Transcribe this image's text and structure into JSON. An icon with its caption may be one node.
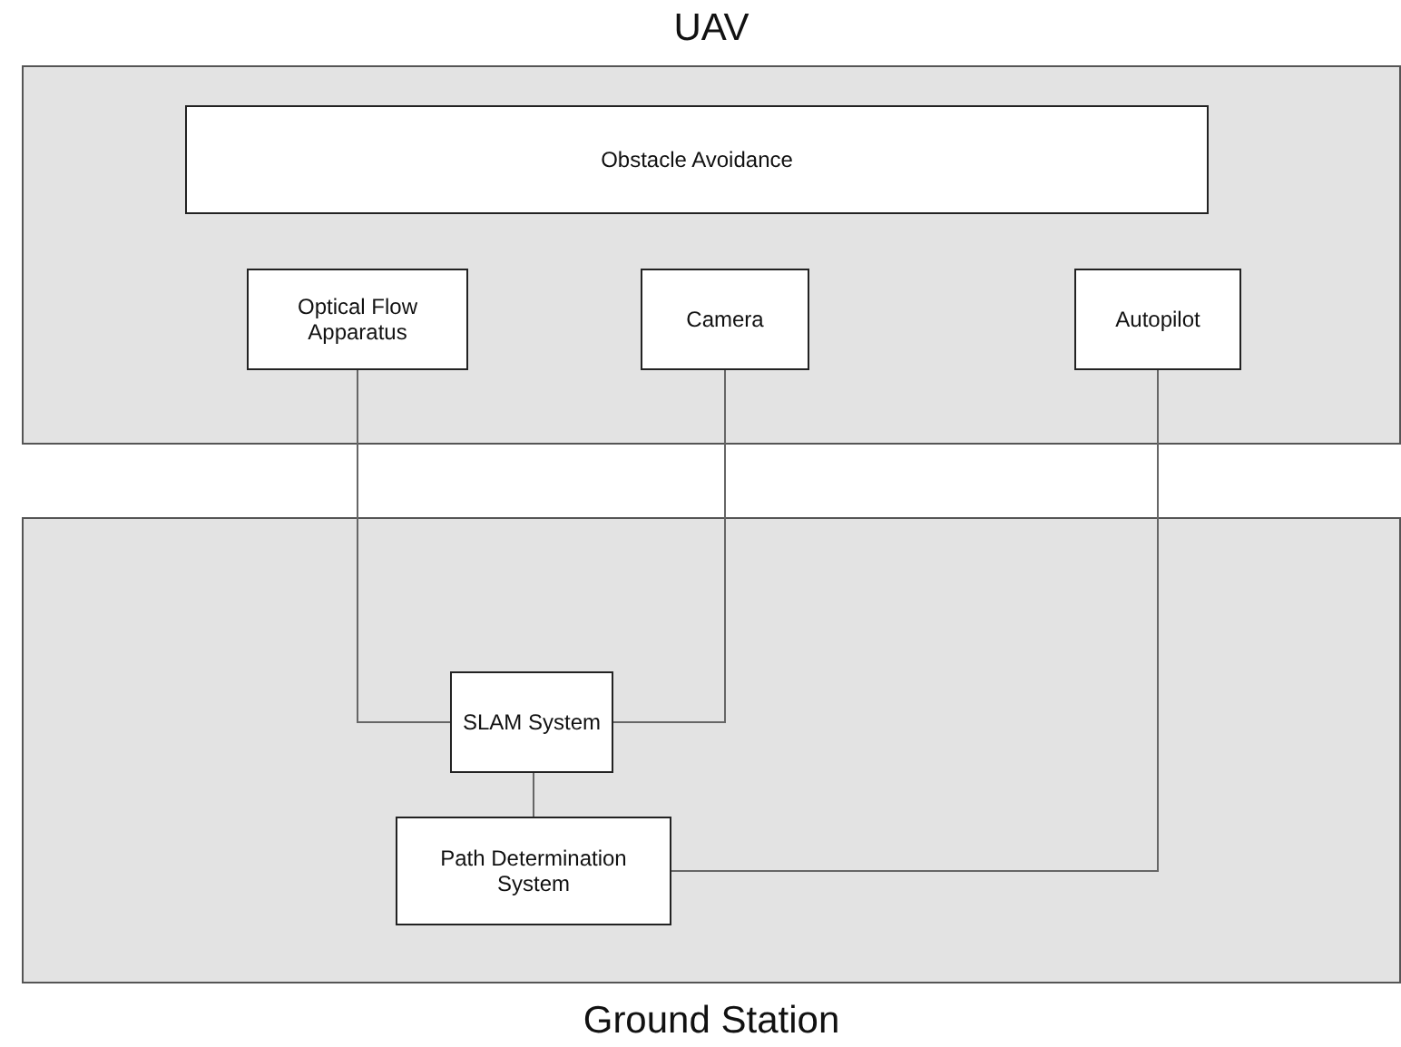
{
  "diagram": {
    "nodes": [
      {
        "text": [
          "UAV"
        ]
      },
      {
        "text": [
          "Obstacle Avoidance"
        ],
        "in": 0
      },
      {
        "text": [
          "Optical Flow Apparatus"
        ],
        "in": 0
      },
      {
        "text": [
          "Camera"
        ],
        "in": 0
      },
      {
        "text": [
          "Autopilot"
        ],
        "in": 0
      },
      {
        "text": [
          "Ground Station"
        ]
      },
      {
        "text": [
          "SLAM System"
        ],
        "in": 5
      },
      {
        "text": [
          "Path Determination System"
        ],
        "in": 5
      }
    ],
    "edges": [
      {
        "from": 2,
        "to": 6,
        "arrow": "none"
      },
      {
        "from": 3,
        "to": 6,
        "arrow": "none"
      },
      {
        "from": 6,
        "to": 7,
        "arrow": "none"
      },
      {
        "from": 4,
        "to": 7,
        "arrow": "none"
      }
    ]
  }
}
